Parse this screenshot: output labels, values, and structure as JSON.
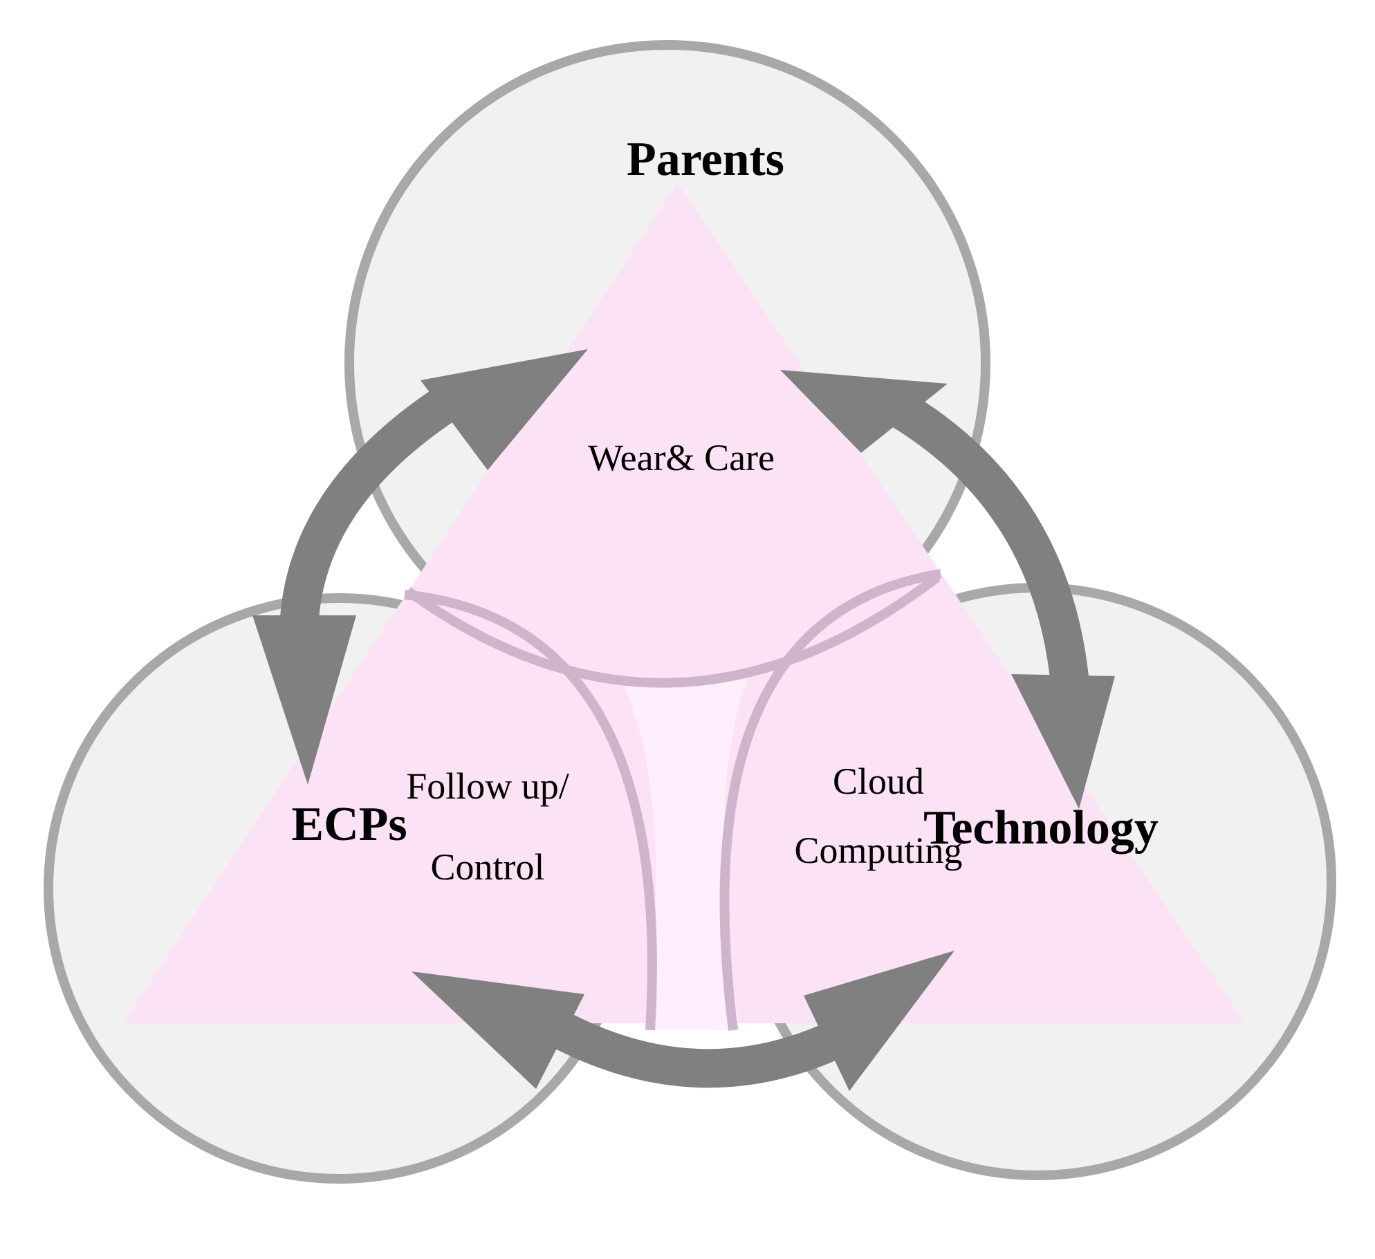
{
  "nodes": {
    "parents": "Parents",
    "ecps": "ECPs",
    "technology": "Technology"
  },
  "segments": {
    "wear_care": "Wear& Care",
    "follow_up_line1": "Follow up/",
    "follow_up_line2": "Control",
    "cloud_line1": "Cloud",
    "cloud_line2": "Computing"
  },
  "colors": {
    "circle_fill": "#f1f1f1",
    "circle_stroke": "#a8a8a8",
    "triangle_fill": "#fbe3f5",
    "arc_line": "#cfb5cc",
    "arrow": "#808080"
  }
}
